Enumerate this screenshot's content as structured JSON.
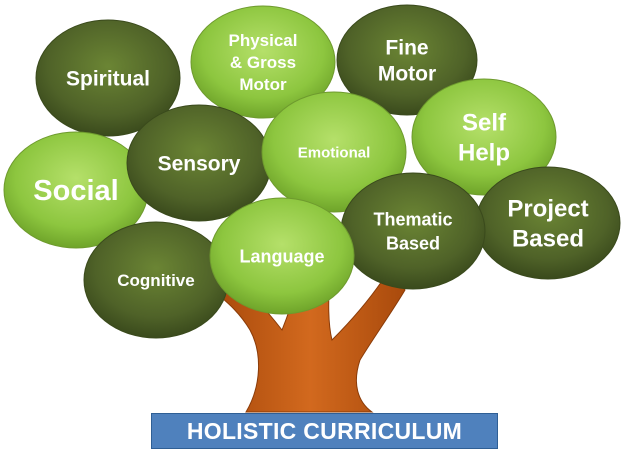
{
  "title": "HOLISTIC CURRICULUM",
  "colors": {
    "dark_leaf": "#4f6228",
    "light_leaf": "#8dc63f",
    "trunk": "#c55a11",
    "banner": "#4f81bd",
    "text": "#ffffff"
  },
  "leaves": [
    {
      "id": "spiritual",
      "lines": [
        "Spiritual"
      ],
      "tone": "dark"
    },
    {
      "id": "physical-gross-motor",
      "lines": [
        "Physical",
        "& Gross",
        "Motor"
      ],
      "tone": "light"
    },
    {
      "id": "fine-motor",
      "lines": [
        "Fine",
        "Motor"
      ],
      "tone": "dark"
    },
    {
      "id": "self-help",
      "lines": [
        "Self",
        "Help"
      ],
      "tone": "light"
    },
    {
      "id": "social",
      "lines": [
        "Social"
      ],
      "tone": "light"
    },
    {
      "id": "sensory",
      "lines": [
        "Sensory"
      ],
      "tone": "dark"
    },
    {
      "id": "emotional",
      "lines": [
        "Emotional"
      ],
      "tone": "light"
    },
    {
      "id": "project-based",
      "lines": [
        "Project",
        "Based"
      ],
      "tone": "dark"
    },
    {
      "id": "thematic-based",
      "lines": [
        "Thematic",
        "Based"
      ],
      "tone": "dark"
    },
    {
      "id": "cognitive",
      "lines": [
        "Cognitive"
      ],
      "tone": "dark"
    },
    {
      "id": "language",
      "lines": [
        "Language"
      ],
      "tone": "light"
    }
  ]
}
